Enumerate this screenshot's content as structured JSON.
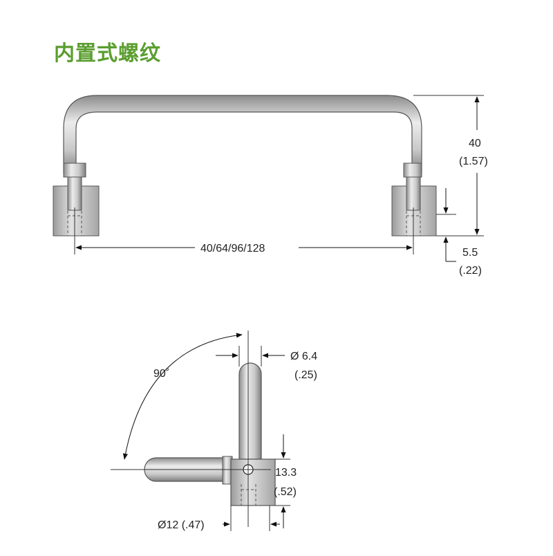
{
  "title": "内置式螺纹",
  "dims": {
    "height_mm": "40",
    "height_in": "(1.57)",
    "center_span": "40/64/96/128",
    "foot_mm": "5.5",
    "foot_in": "(.22)",
    "angle": "90˚",
    "rod_dia_mm": "Ø 6.4",
    "rod_dia_in": "(.25)",
    "block_h_mm": "13.3",
    "block_h_in": "(.52)",
    "base_dia": "Ø12 (.47)"
  },
  "colors": {
    "title": "#5a9e2f",
    "metal_light": "#e8e8e8",
    "metal_dark": "#8a8a8a"
  }
}
